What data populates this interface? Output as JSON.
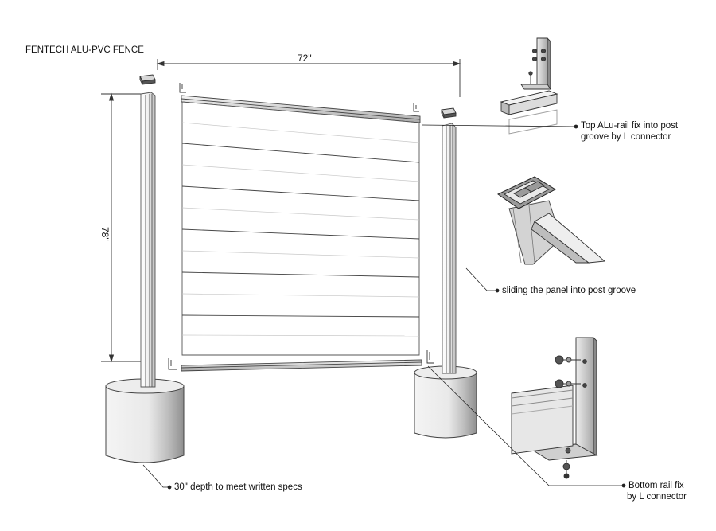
{
  "title": "FENTECH ALU-PVC FENCE",
  "dimensions": {
    "width": "72\"",
    "height": "78\""
  },
  "callouts": {
    "top_rail": [
      "Top ALu-rail fix into post",
      "groove by L connector"
    ],
    "sliding": "sliding the panel into post groove",
    "depth": "30\" depth to meet written specs",
    "bottom_rail": [
      "Bottom rail fix",
      "by L connector"
    ]
  }
}
